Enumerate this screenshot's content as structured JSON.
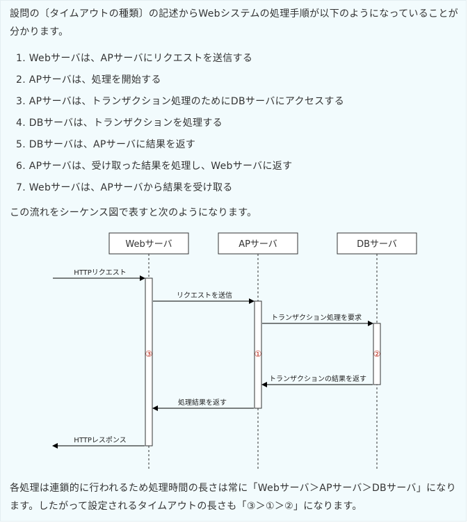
{
  "intro": "設問の〔タイムアウトの種類〕の記述からWebシステムの処理手順が以下のようになっていることが分かります。",
  "steps": [
    "1. Webサーバは、APサーバにリクエストを送信する",
    "2. APサーバは、処理を開始する",
    "3. APサーバは、トランザクション処理のためにDBサーバにアクセスする",
    "4. DBサーバは、トランザクションを処理する",
    "5. DBサーバは、APサーバに結果を返す",
    "6. APサーバは、受け取った結果を処理し、Webサーバに返す",
    "7. Webサーバは、APサーバから結果を受け取る"
  ],
  "flow_text": "この流れをシーケンス図で表すと次のようになります。",
  "diagram": {
    "participants": [
      "Webサーバ",
      "APサーバ",
      "DBサーバ"
    ],
    "messages": {
      "http_request": "HTTPリクエスト",
      "send_request": "リクエストを送信",
      "tx_request": "トランザクション処理を要求",
      "tx_result": "トランザクションの結果を返す",
      "return_result": "処理結果を返す",
      "http_response": "HTTPレスポンス"
    },
    "activation_labels": {
      "web": "③",
      "ap": "①",
      "db": "②"
    },
    "accent_color": "#c0392b"
  },
  "conclusion": "各処理は連鎖的に行われるため処理時間の長さは常に「Webサーバ＞APサーバ＞DBサーバ」になります。したがって設定されるタイムアウトの長さも「③＞①＞②」になります。"
}
